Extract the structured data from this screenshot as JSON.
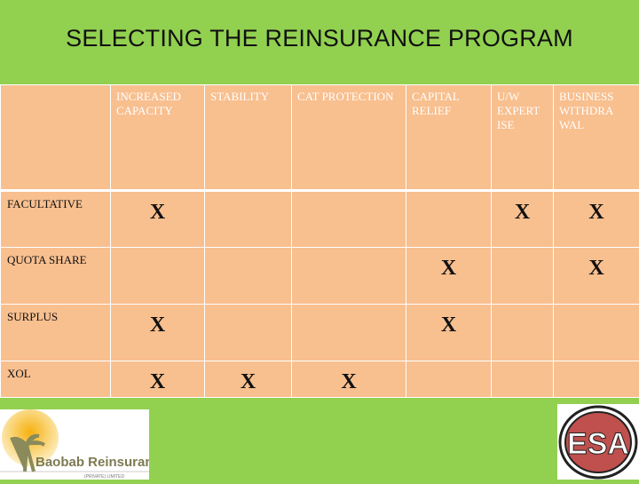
{
  "title": "SELECTING THE REINSURANCE PROGRAM",
  "table": {
    "columns": [
      "",
      "INCREASED CAPACITY",
      "STABILITY",
      "CAT PROTECTION",
      "CAPITAL RELIEF",
      "U/W EXPERT ISE",
      "BUSINESS WITHDRA WAL"
    ],
    "rows": [
      {
        "label": "FACULTATIVE",
        "cells": [
          "X",
          "",
          "",
          "",
          "X",
          "X"
        ]
      },
      {
        "label": "QUOTA SHARE",
        "cells": [
          "",
          "",
          "",
          "X",
          "",
          "X"
        ]
      },
      {
        "label": "SURPLUS",
        "cells": [
          "X",
          "",
          "",
          "X",
          "",
          ""
        ]
      },
      {
        "label": "XOL",
        "cells": [
          "X",
          "X",
          "X",
          "",
          "",
          ""
        ]
      }
    ]
  },
  "logos": {
    "left": {
      "text": "Baobab Reinsurance",
      "subtext": "(PRIVATE) LIMITED"
    },
    "right": {
      "text": "ESA"
    }
  },
  "colors": {
    "background": "#92d050",
    "table": "#f8bf8f",
    "logo_red": "#c0504d"
  }
}
